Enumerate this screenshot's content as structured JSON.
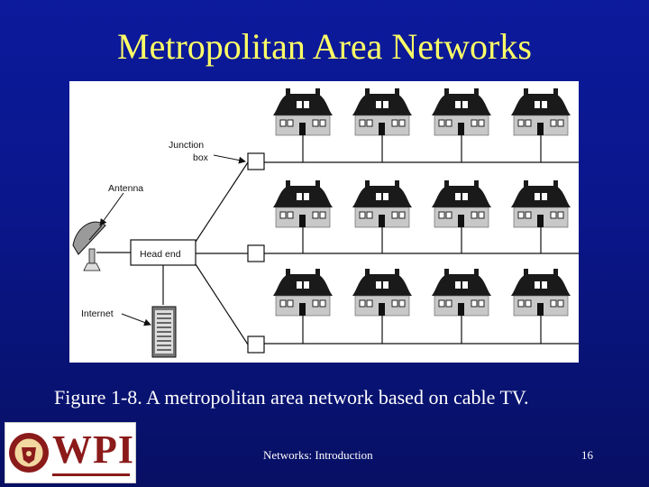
{
  "slide": {
    "title": "Metropolitan Area Networks",
    "caption": "Figure 1-8. A metropolitan area network based on cable TV.",
    "footer_text": "Networks: Introduction",
    "page_number": "16"
  },
  "logo": {
    "text": "WPI",
    "emblem_icon": "university-seal-icon"
  },
  "diagram": {
    "labels": {
      "junction_box": [
        "Junction",
        "box"
      ],
      "antenna": "Antenna",
      "head_end": "Head end",
      "internet": "Internet"
    },
    "house_rows": 3,
    "houses_per_row": 4,
    "icons": [
      "house-icon",
      "satellite-dish-icon",
      "server-rack-icon",
      "junction-box-icon"
    ]
  }
}
